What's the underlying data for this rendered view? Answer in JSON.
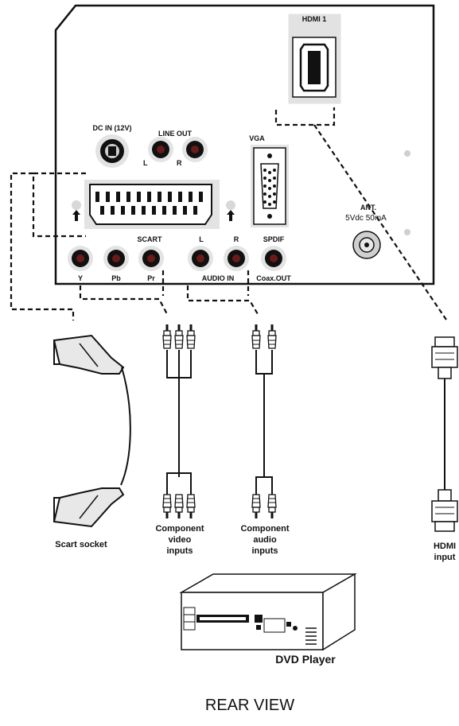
{
  "labels": {
    "hdmi1": "HDMI 1",
    "dc_in": "DC IN (12V)",
    "line_out": "LINE OUT",
    "line_out_l": "L",
    "line_out_r": "R",
    "vga": "VGA",
    "ant": "ANT.",
    "ant_spec": "5Vdc 50mA",
    "scart": "SCART",
    "audio_l": "L",
    "audio_r": "R",
    "spdif": "SPDIF",
    "y": "Y",
    "pb": "Pb",
    "pr": "Pr",
    "audio_in": "AUDIO IN",
    "coax_out": "Coax.OUT"
  },
  "captions": {
    "scart_socket": "Scart socket",
    "component_video": [
      "Component",
      "video",
      "inputs"
    ],
    "component_audio": [
      "Component",
      "audio",
      "inputs"
    ],
    "hdmi_input": [
      "HDMI",
      "input"
    ],
    "dvd_player": "DVD Player",
    "rear_view": "REAR VIEW"
  }
}
